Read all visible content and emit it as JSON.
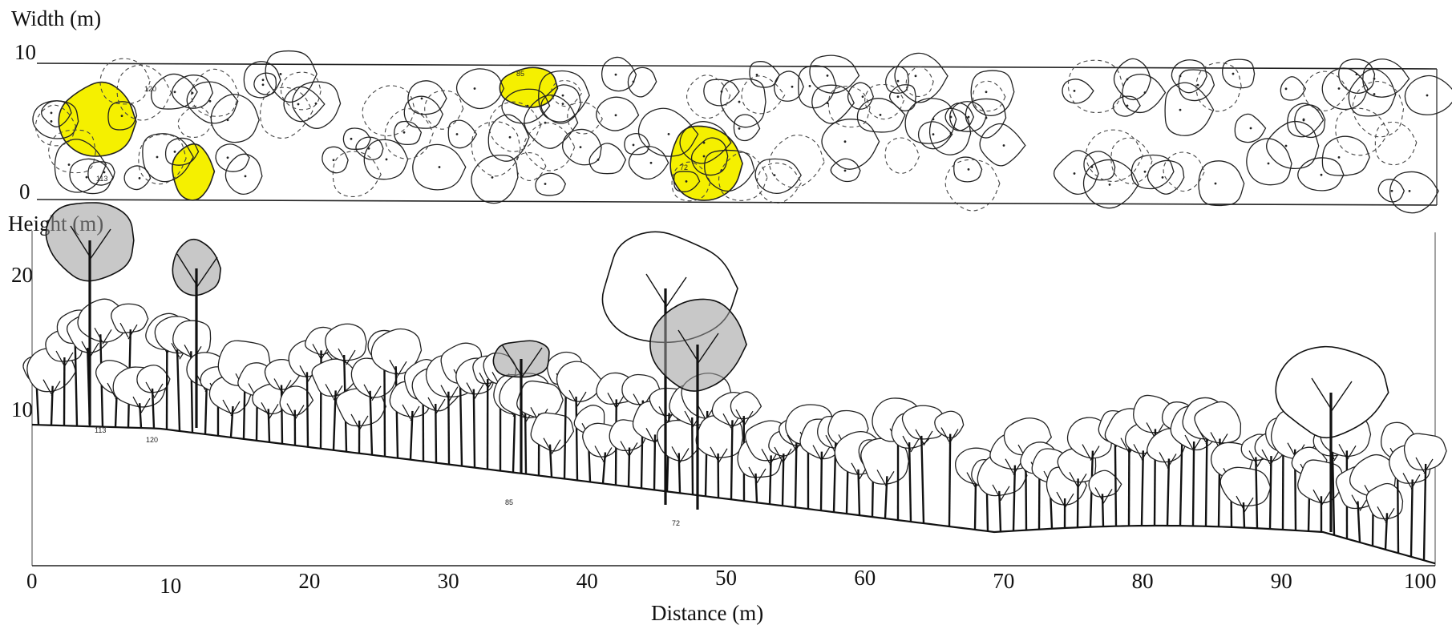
{
  "plan": {
    "axis_label": "Width (m)",
    "y_ticks": [
      "10",
      "0"
    ],
    "highlight_color": "#f5f000",
    "tree_numbers": [
      "113",
      "120",
      "85",
      "72"
    ]
  },
  "profile": {
    "axis_label": "Height (m)",
    "y_ticks": [
      "20",
      "10"
    ],
    "tree_numbers": [
      "113",
      "120",
      "85",
      "72"
    ]
  },
  "x_axis": {
    "label": "Distance (m)",
    "ticks": [
      "0",
      "10",
      "20",
      "30",
      "40",
      "50",
      "60",
      "70",
      "80",
      "90",
      "100"
    ]
  }
}
